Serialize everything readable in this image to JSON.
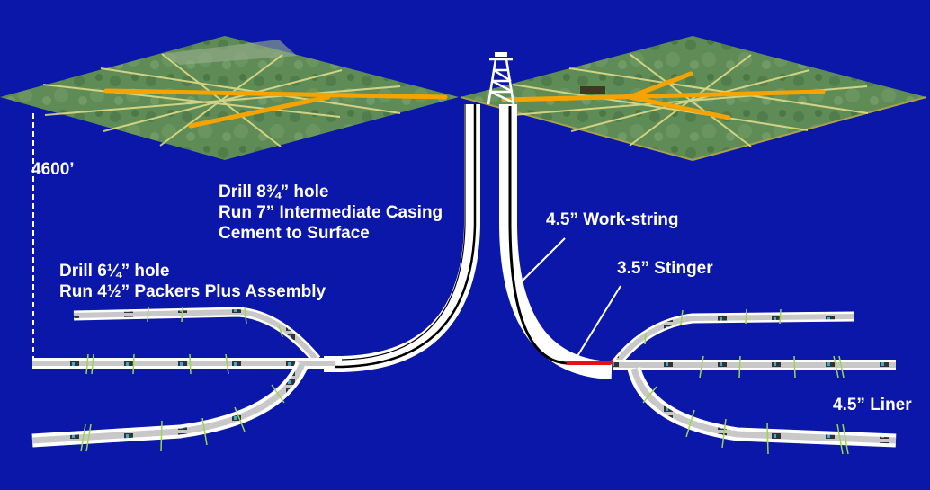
{
  "colors": {
    "background": "#0a17a8",
    "surface_green": "#5d8a55",
    "grid_lines": "#e6e08a",
    "lateral_path": "#f5a300",
    "casing": "#ffffff",
    "work_string": "#000000",
    "stinger": "#e81010",
    "liner": "#c8c8c8",
    "packer": "#9ad84a"
  },
  "labels": {
    "depth": "4600’",
    "intermediate": {
      "line1": "Drill 8¾” hole",
      "line2": "Run 7” Intermediate Casing",
      "line3": "Cement to Surface"
    },
    "production": {
      "line1": "Drill 6¼” hole",
      "line2": "Run 4½” Packers Plus Assembly"
    },
    "work_string": "4.5” Work-string",
    "stinger": "3.5” Stinger",
    "liner": "4.5” Liner"
  },
  "icons": {
    "rig": "drilling-rig-icon"
  }
}
